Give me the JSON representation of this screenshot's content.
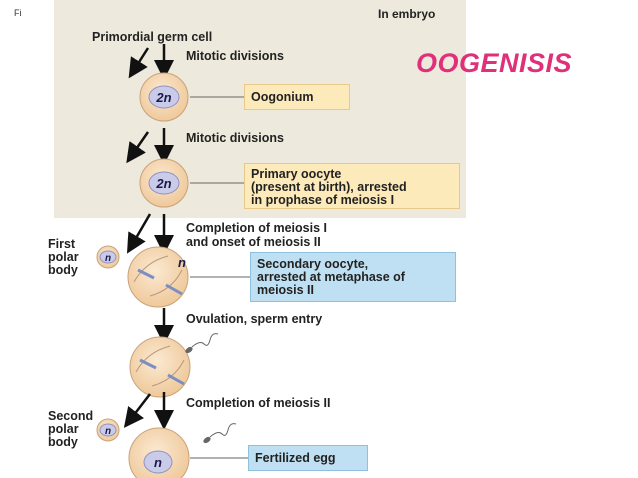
{
  "figure_label": "Fi",
  "region_label": "In embryo",
  "title": "OOGENISIS",
  "steps": {
    "start": "Primordial germ cell",
    "mitotic_1": "Mitotic divisions",
    "mitotic_2": "Mitotic divisions",
    "meiosis_1": "Completion of meiosis I",
    "meiosis_1b": "and onset of meiosis II",
    "ovulation": "Ovulation, sperm entry",
    "meiosis_2": "Completion of meiosis II"
  },
  "boxes": {
    "oogonium": "Oogonium",
    "primary_1": "Primary oocyte",
    "primary_2": "(present at birth), arrested",
    "primary_3": "in prophase of meiosis I",
    "secondary_1": "Secondary oocyte,",
    "secondary_2": "arrested at metaphase of",
    "secondary_3": "meiosis II",
    "fertilized": "Fertilized egg"
  },
  "polar_bodies": {
    "first_1": "First",
    "first_2": "polar",
    "first_3": "body",
    "second_1": "Second",
    "second_2": "polar",
    "second_3": "body"
  },
  "cell_labels": {
    "oogonium": "2n",
    "primary": "2n",
    "secondary": "n",
    "first_polar": "n",
    "second_polar": "n",
    "fertilized": "n"
  },
  "colors": {
    "embryo_background": "#ede9dc",
    "title": "#e0307a",
    "yellow_box": "#fdeabb",
    "blue_box": "#bfe0f2",
    "cell_fill": "#f6d9b4",
    "nucleus_fill": "#c9cbe8",
    "chromosome": "#7b8fc4"
  }
}
